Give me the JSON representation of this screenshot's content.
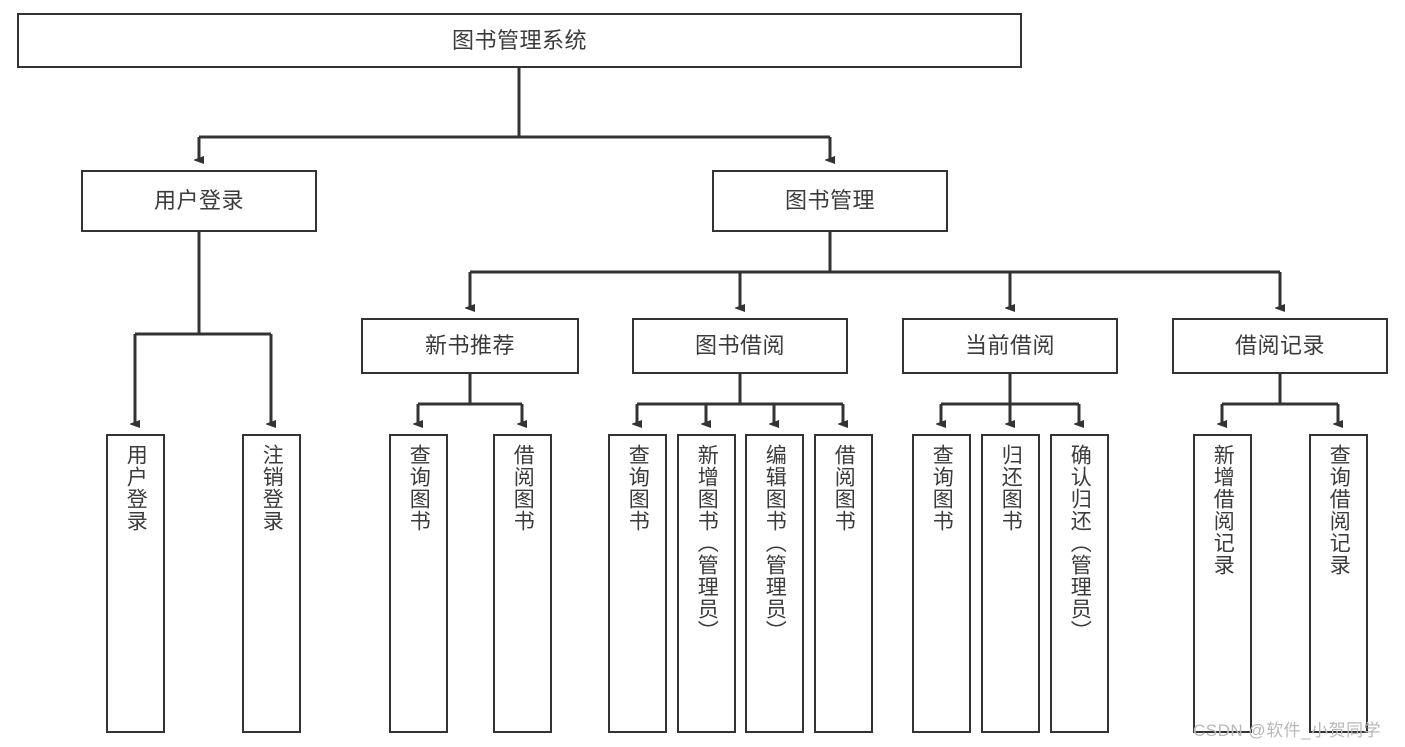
{
  "diagram": {
    "title": "图书管理系统",
    "type": "tree-hierarchy-chart",
    "watermark": "CSDN @软件_小贺同学",
    "colors": {
      "box_border": "#333333",
      "box_fill": "#ffffff",
      "text": "#3b3b3b",
      "edge": "#333333",
      "watermark": "#b9b9b9",
      "background": "#ffffff"
    },
    "nodes": {
      "root": {
        "label": "图书管理系统"
      },
      "level2": [
        {
          "id": "user-login",
          "label": "用户登录"
        },
        {
          "id": "book-management",
          "label": "图书管理"
        }
      ],
      "level3": [
        {
          "id": "new-book-recommend",
          "label": "新书推荐"
        },
        {
          "id": "book-borrow",
          "label": "图书借阅"
        },
        {
          "id": "current-borrow",
          "label": "当前借阅"
        },
        {
          "id": "borrow-record",
          "label": "借阅记录"
        }
      ],
      "leaves": {
        "user-login": [
          {
            "id": "leaf-user-login",
            "label": "用户登录"
          },
          {
            "id": "leaf-logout",
            "label": "注销登录"
          }
        ],
        "new-book-recommend": [
          {
            "id": "leaf-query-book-1",
            "label": "查询图书"
          },
          {
            "id": "leaf-borrow-book-1",
            "label": "借阅图书"
          }
        ],
        "book-borrow": [
          {
            "id": "leaf-query-book-2",
            "label": "查询图书"
          },
          {
            "id": "leaf-add-book",
            "label": "新增图书（管理员）"
          },
          {
            "id": "leaf-edit-book",
            "label": "编辑图书（管理员）"
          },
          {
            "id": "leaf-borrow-book-2",
            "label": "借阅图书"
          }
        ],
        "current-borrow": [
          {
            "id": "leaf-query-book-3",
            "label": "查询图书"
          },
          {
            "id": "leaf-return-book",
            "label": "归还图书"
          },
          {
            "id": "leaf-confirm-return",
            "label": "确认归还（管理员）"
          }
        ],
        "borrow-record": [
          {
            "id": "leaf-add-record",
            "label": "新增借阅记录"
          },
          {
            "id": "leaf-query-record",
            "label": "查询借阅记录"
          }
        ]
      }
    }
  }
}
